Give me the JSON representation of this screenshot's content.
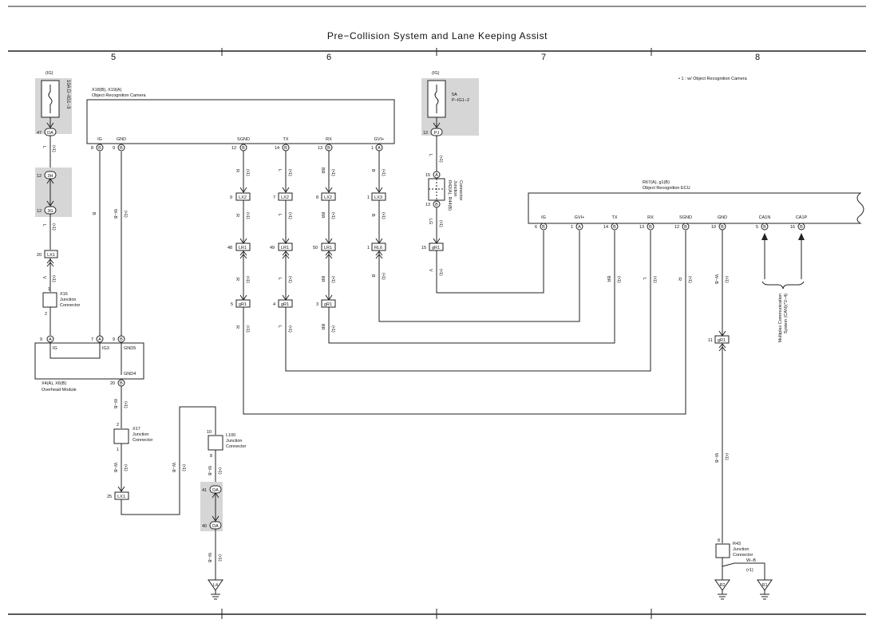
{
  "title": "Pre−Collision System and Lane Keeping Assist",
  "grid_columns": [
    "5",
    "6",
    "7",
    "8"
  ],
  "footnote": "• 1 : w/ Object Recognition Camera",
  "star": "(•1)",
  "fuses": [
    {
      "label": "(IG)",
      "rating": "10A D−IG1−3",
      "pin": "47",
      "conn": "DA"
    },
    {
      "label": "(IG)",
      "rating1": "5A",
      "rating2": "P−IG1−2",
      "pin": "12",
      "conn": "PJ"
    }
  ],
  "camera": {
    "name1": "X18(B), X19(A)",
    "name2": "Object Recognition Camera",
    "terminals": [
      {
        "name": "IG",
        "pin": "8",
        "conn": "B"
      },
      {
        "name": "GND",
        "pin": "9",
        "conn": "B"
      },
      {
        "name": "SGND",
        "pin": "12",
        "conn": "B"
      },
      {
        "name": "TX",
        "pin": "14",
        "conn": "B"
      },
      {
        "name": "RX",
        "pin": "13",
        "conn": "B"
      },
      {
        "name": "GVI+",
        "pin": "1",
        "conn": "A"
      }
    ]
  },
  "ecu": {
    "name1": "R67(A), g1(B)",
    "name2": "Object Recognition ECU",
    "terminals": [
      {
        "name": "IG",
        "pin": "6",
        "conn": "B"
      },
      {
        "name": "GVI+",
        "pin": "1",
        "conn": "A"
      },
      {
        "name": "TX",
        "pin": "14",
        "conn": "B"
      },
      {
        "name": "RX",
        "pin": "13",
        "conn": "B"
      },
      {
        "name": "SGND",
        "pin": "12",
        "conn": "B"
      },
      {
        "name": "GND",
        "pin": "10",
        "conn": "B"
      },
      {
        "name": "CA1N",
        "pin": "5",
        "conn": "B"
      },
      {
        "name": "CA1P",
        "pin": "16",
        "conn": "B"
      }
    ]
  },
  "overhead": {
    "name1": "X4(A), X6(B)",
    "name2": "Overhead Module",
    "terminals": [
      {
        "name": "IG",
        "pin": "9",
        "conn": "A"
      },
      {
        "name": "IG3",
        "pin": "7",
        "conn": "A"
      },
      {
        "name": "GND5",
        "pin": "9",
        "conn": "B"
      },
      {
        "name": "GND4",
        "pin": "20",
        "conn": "B"
      }
    ]
  },
  "junctions": [
    {
      "name": "X16",
      "l1": "Junction",
      "l2": "Connector",
      "pin_top": "1",
      "pin_bottom": "2"
    },
    {
      "name": "X17",
      "l1": "Junction",
      "l2": "Connector",
      "pin_top": "2",
      "pin_bottom": "1"
    },
    {
      "name": "L100",
      "l1": "Junction",
      "l2": "Connector",
      "pin_top": "10",
      "pin_bottom": "8"
    },
    {
      "name": "R43",
      "l1": "Junction",
      "l2": "Connector",
      "pin_top": "8",
      "pin_bottom": "W−B"
    },
    {
      "name": "R42(A), R44(B)",
      "l1": "Junction",
      "l2": "Connector",
      "pin_top": "15",
      "pin_bottom": "13"
    }
  ],
  "inline_connectors": [
    {
      "pin": "12",
      "conn": "3H"
    },
    {
      "pin": "12",
      "conn": "3G"
    },
    {
      "pin": "20",
      "conn": "LX1"
    },
    {
      "pin": "25",
      "conn": "LX1"
    },
    {
      "pin": "9",
      "conn": "LX2"
    },
    {
      "pin": "7",
      "conn": "LX2"
    },
    {
      "pin": "8",
      "conn": "LX2"
    },
    {
      "pin": "1",
      "conn": "LX3"
    },
    {
      "pin": "48",
      "conn": "LR1"
    },
    {
      "pin": "49",
      "conn": "LR1"
    },
    {
      "pin": "50",
      "conn": "LR1"
    },
    {
      "pin": "1",
      "conn": "RL6"
    },
    {
      "pin": "5",
      "conn": "gR1"
    },
    {
      "pin": "4",
      "conn": "gR1"
    },
    {
      "pin": "3",
      "conn": "gR1"
    },
    {
      "pin": "15",
      "conn": "gR1"
    },
    {
      "pin": "11",
      "conn": "gR1"
    },
    {
      "pin": "41",
      "conn": "DA"
    },
    {
      "pin": "40",
      "conn": "DA"
    }
  ],
  "grounds": [
    "L4",
    "R2",
    "R1"
  ],
  "multiplex": {
    "line1": "Multiplex Communication",
    "line2": "System (CAN)(*2−4)"
  },
  "wire_colors": [
    "L",
    "V",
    "B",
    "W−B",
    "R",
    "BR",
    "LG"
  ]
}
